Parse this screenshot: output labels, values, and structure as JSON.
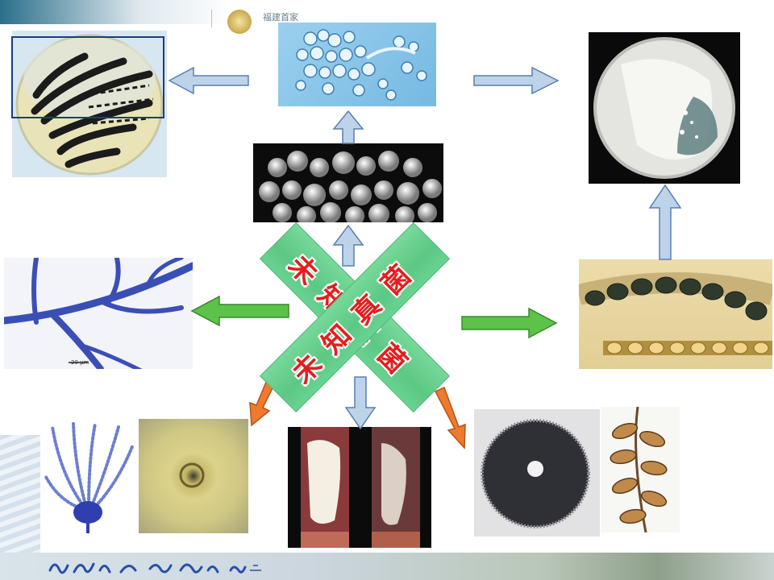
{
  "header": {
    "partial_text": "福建首家"
  },
  "center": {
    "diagonal_label_1": "未知真菌",
    "diagonal_label_2": "未知真菌"
  },
  "images": {
    "hyphae_scale_label": "20 μm"
  },
  "colors": {
    "cross_green": "#5cc884",
    "cross_text_red": "#e41e1e",
    "arrow_blue": "#bcd3ea",
    "arrow_green": "#5cc24a",
    "arrow_orange": "#ee7a2e"
  }
}
